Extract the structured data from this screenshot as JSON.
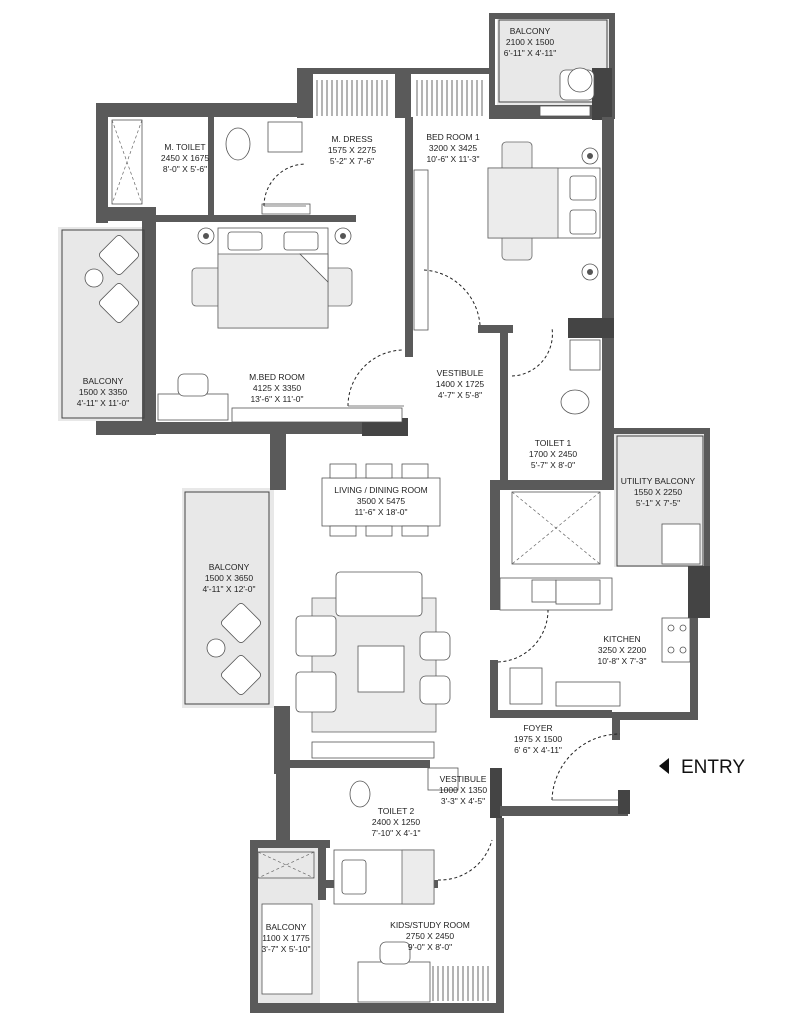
{
  "rooms": {
    "balcony_top": {
      "name": "BALCONY",
      "size_mm": "2100 X 1500",
      "size_ft": "6'-11\" X 4'-11\""
    },
    "m_toilet": {
      "name": "M. TOILET",
      "size_mm": "2450 X 1675",
      "size_ft": "8'-0\" X 5'-6\""
    },
    "m_dress": {
      "name": "M. DRESS",
      "size_mm": "1575 X 2275",
      "size_ft": "5'-2\" X 7'-6\""
    },
    "bed_room_1": {
      "name": "BED ROOM 1",
      "size_mm": "3200 X 3425",
      "size_ft": "10'-6\" X 11'-3\""
    },
    "balcony_left": {
      "name": "BALCONY",
      "size_mm": "1500 X 3350",
      "size_ft": "4'-11\" X 11'-0\""
    },
    "m_bed_room": {
      "name": "M.BED ROOM",
      "size_mm": "4125 X 3350",
      "size_ft": "13'-6\" X 11'-0\""
    },
    "vestibule_1": {
      "name": "VESTIBULE",
      "size_mm": "1400 X 1725",
      "size_ft": "4'-7\" X 5'-8\""
    },
    "toilet_1": {
      "name": "TOILET 1",
      "size_mm": "1700 X 2450",
      "size_ft": "5'-7\" X 8'-0\""
    },
    "living_dining": {
      "name": "LIVING / DINING ROOM",
      "size_mm": "3500 X 5475",
      "size_ft": "11'-6\" X 18'-0\""
    },
    "utility_balcony": {
      "name": "UTILITY BALCONY",
      "size_mm": "1550 X 2250",
      "size_ft": "5'-1\" X 7'-5\""
    },
    "balcony_mid": {
      "name": "BALCONY",
      "size_mm": "1500 X 3650",
      "size_ft": "4'-11\" X 12'-0\""
    },
    "kitchen": {
      "name": "KITCHEN",
      "size_mm": "3250 X 2200",
      "size_ft": "10'-8\" X 7'-3\""
    },
    "foyer": {
      "name": "FOYER",
      "size_mm": "1975 X 1500",
      "size_ft": "6' 6\" X 4'-11\""
    },
    "vestibule_2": {
      "name": "VESTIBULE",
      "size_mm": "1000 X 1350",
      "size_ft": "3'-3\" X 4'-5\""
    },
    "toilet_2": {
      "name": "TOILET 2",
      "size_mm": "2400 X 1250",
      "size_ft": "7'-10\" X 4'-1\""
    },
    "balcony_bottom": {
      "name": "BALCONY",
      "size_mm": "1100 X 1775",
      "size_ft": "3'-7\" X 5'-10\""
    },
    "kids_study": {
      "name": "KIDS/STUDY ROOM",
      "size_mm": "2750 X 2450",
      "size_ft": "9'-0\" X 8'-0\""
    }
  },
  "entry_label": "ENTRY",
  "colors": {
    "wall": "#5a5a5a",
    "furniture": "#ececec",
    "balcony_fill": "#e8e8e8"
  }
}
